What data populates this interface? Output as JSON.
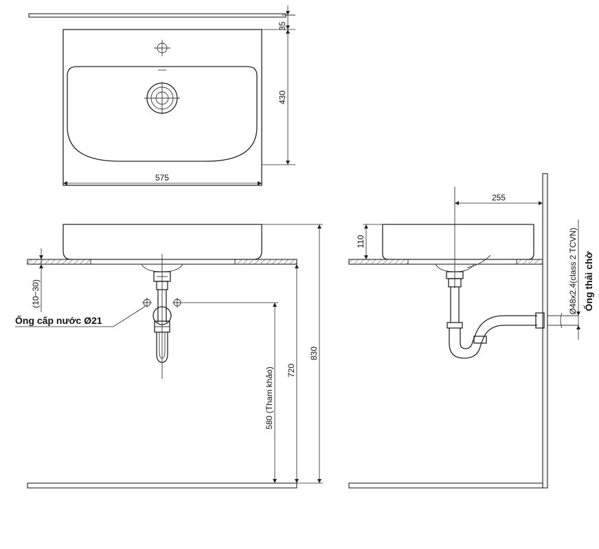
{
  "dimensions": {
    "top_offset": "35",
    "basin_depth": "430",
    "basin_width": "575",
    "front_height": "110",
    "side_depth": "255",
    "counter_gap": "(10~30)",
    "pipe_height": "720",
    "total_height": "830",
    "reference_height": "580 (Tham khảo)"
  },
  "labels": {
    "water_supply": "Ống cấp nước Ø21",
    "drain_spec": "Ø48x2.4(class 2 TCVN)",
    "drain_pipe": "Ống thải chờ"
  }
}
